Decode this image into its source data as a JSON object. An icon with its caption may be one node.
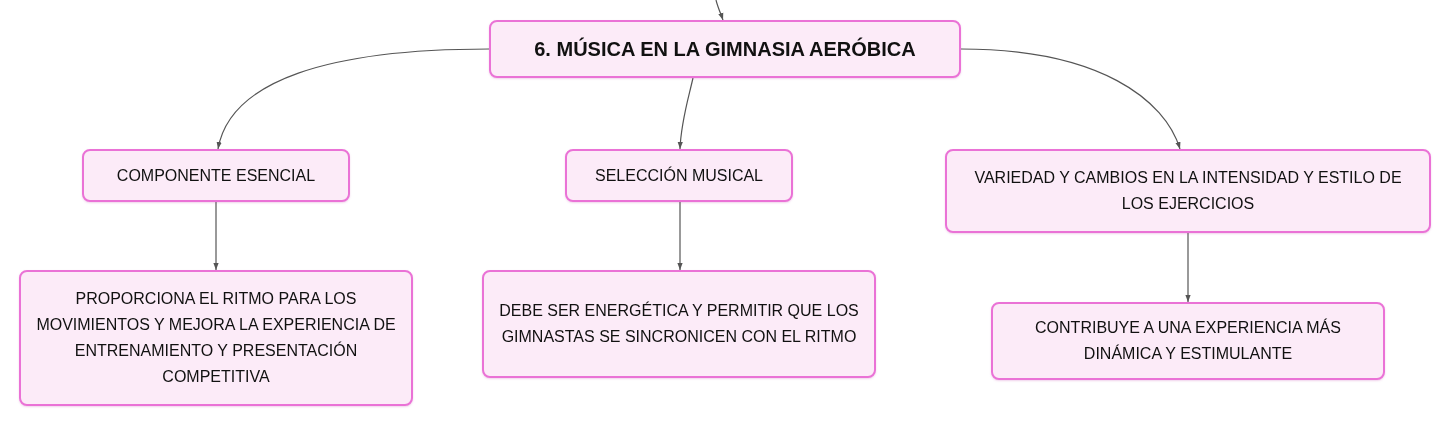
{
  "diagram": {
    "nodes": [
      {
        "text": [
          "6. MÚSICA EN LA GIMNASIA AERÓBICA"
        ]
      },
      {
        "text": [
          "COMPONENTE ESENCIAL"
        ]
      },
      {
        "text": [
          "SELECCIÓN MUSICAL"
        ]
      },
      {
        "text": [
          "VARIEDAD Y CAMBIOS EN LA INTENSIDAD Y ESTILO DE LOS EJERCICIOS"
        ]
      },
      {
        "text": [
          "PROPORCIONA EL RITMO PARA LOS MOVIMIENTOS Y MEJORA LA EXPERIENCIA DE ENTRENAMIENTO Y PRESENTACIÓN COMPETITIVA"
        ]
      },
      {
        "text": [
          "DEBE SER ENERGÉTICA Y PERMITIR QUE LOS GIMNASTAS SE SINCRONICEN CON EL RITMO"
        ]
      },
      {
        "text": [
          "CONTRIBUYE A UNA EXPERIENCIA MÁS DINÁMICA Y ESTIMULANTE"
        ]
      }
    ],
    "edges": [
      {
        "from": null,
        "to": 0,
        "arrow": "to"
      },
      {
        "from": 0,
        "to": 1,
        "arrow": "to"
      },
      {
        "from": 0,
        "to": 2,
        "arrow": "to"
      },
      {
        "from": 0,
        "to": 3,
        "arrow": "to"
      },
      {
        "from": 1,
        "to": 4,
        "arrow": "to"
      },
      {
        "from": 2,
        "to": 5,
        "arrow": "to"
      },
      {
        "from": 3,
        "to": 6,
        "arrow": "to"
      }
    ]
  }
}
